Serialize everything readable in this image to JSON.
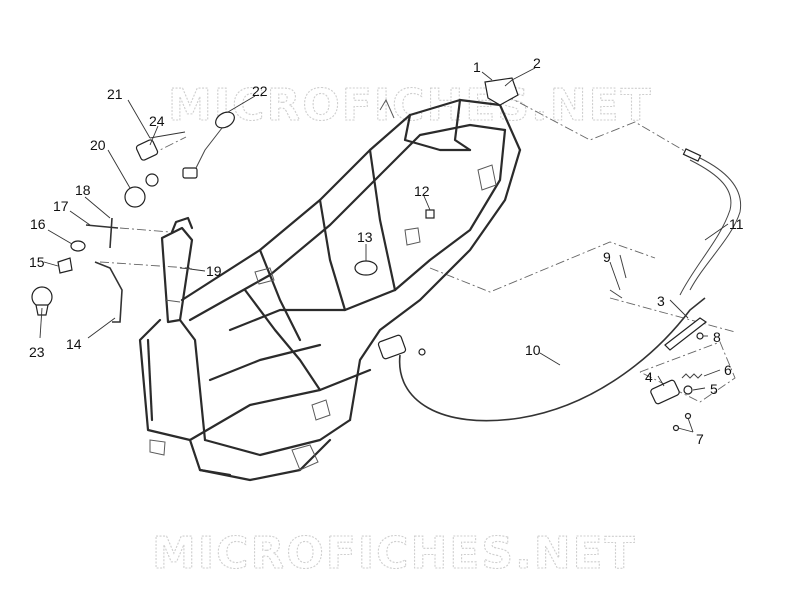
{
  "watermark": "MICROFICHES.NET",
  "callouts": {
    "c1": "1",
    "c2": "2",
    "c3": "3",
    "c4": "4",
    "c5": "5",
    "c6": "6",
    "c7": "7",
    "c8": "8",
    "c9": "9",
    "c10": "10",
    "c11": "11",
    "c12": "12",
    "c13": "13",
    "c14": "14",
    "c15": "15",
    "c16": "16",
    "c17": "17",
    "c18": "18",
    "c19": "19",
    "c20": "20",
    "c21": "21",
    "c22": "22",
    "c23": "23",
    "c24": "24"
  }
}
